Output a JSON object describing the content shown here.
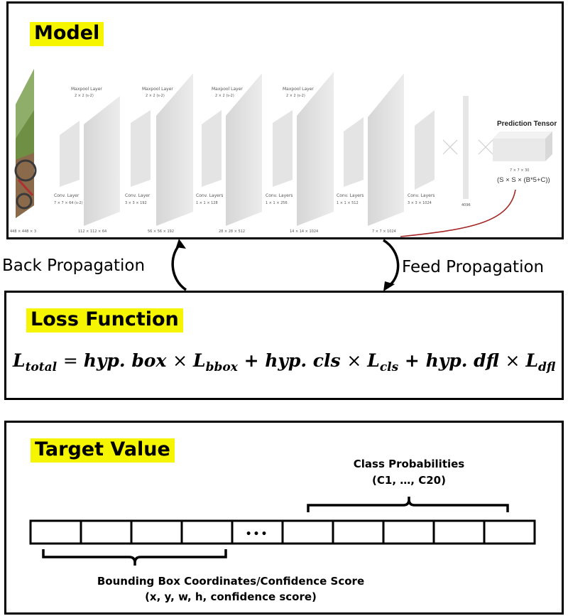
{
  "model": {
    "title": "Model",
    "prediction_tensor_label": "Prediction Tensor",
    "prediction_tensor_dims": "7 × 7 × 30",
    "prediction_tensor_formula": "(S × S × (B*5+C))",
    "input_dims": "448 × 448 × 3",
    "fc_dims": "4096",
    "stages": [
      {
        "pool": "Maxpool Layer",
        "pool_spec": "2 × 2 (s-2)",
        "conv": "Conv. Layer",
        "conv_spec": "7 × 7 × 64 (s-2)",
        "dims": "112 × 112 × 64"
      },
      {
        "pool": "Maxpool Layer",
        "pool_spec": "2 × 2 (s-2)",
        "conv": "Conv. Layer",
        "conv_spec": "3 × 3 × 192",
        "dims": "56 × 56 × 192"
      },
      {
        "pool": "Maxpool Layer",
        "pool_spec": "2 × 2 (s-2)",
        "conv": "Conv. Layers",
        "conv_spec": "1 × 1 × 128",
        "dims": "28 × 28 × 512"
      },
      {
        "pool": "Maxpool Layer",
        "pool_spec": "2 × 2 (s-2)",
        "conv": "Conv. Layers",
        "conv_spec": "1 × 1 × 256",
        "dims": "14 × 14 × 1024"
      },
      {
        "pool": "",
        "pool_spec": "",
        "conv": "Conv. Layers",
        "conv_spec": "1 × 1 × 512",
        "dims": "7 × 7 × 1024"
      },
      {
        "pool": "",
        "pool_spec": "",
        "conv": "Conv. Layers",
        "conv_spec": "3 × 3 × 1024",
        "dims": ""
      }
    ]
  },
  "arrows": {
    "back_label": "Back Propagation",
    "feed_label": "Feed Propagation"
  },
  "loss": {
    "title": "Loss Function",
    "formula": {
      "lhs": "L",
      "lhs_sub": "total",
      "term1_coef": "hyp. box",
      "term1_L": "L",
      "term1_sub": "bbox",
      "term2_coef": "hyp. cls",
      "term2_L": "L",
      "term2_sub": "cls",
      "term3_coef": "hyp. dfl",
      "term3_L": "L",
      "term3_sub": "dfl"
    }
  },
  "target": {
    "title": "Target Value",
    "class_label_line1": "Class Probabilities",
    "class_label_line2": "(C1, …, C20)",
    "ellipsis": "•••",
    "bbox_label_line1": "Bounding Box Coordinates/Confidence Score",
    "bbox_label_line2": "(x, y, w, h, confidence score)"
  }
}
